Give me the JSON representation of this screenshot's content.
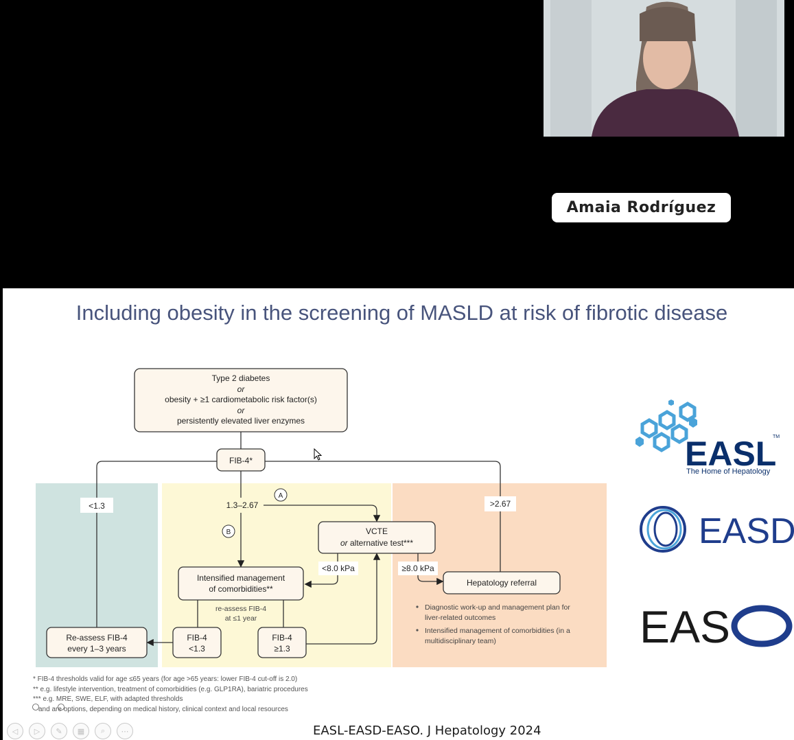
{
  "participant": {
    "name": "Amaia Rodríguez"
  },
  "slide": {
    "title": "Including obesity in the screening of MASLD at risk of fibrotic disease",
    "citation": "EASL-EASD-EASO. J Hepatology 2024"
  },
  "flowchart": {
    "top_box": [
      "Type 2 diabetes",
      "or",
      "obesity + ≥1 cardiometabolic risk factor(s)",
      "or",
      "persistently elevated liver enzymes"
    ],
    "fib4": "FIB-4*",
    "low_label": "<1.3",
    "mid_label": "1.3–2.67",
    "high_label": ">2.67",
    "option_a": "A",
    "option_b": "B",
    "vcte": [
      "VCTE",
      "or",
      " alternative test***"
    ],
    "lt8": "<8.0 kPa",
    "ge8": "≥8.0 kPa",
    "hepatology": "Hepatology referral",
    "intensified": [
      "Intensified management",
      "of comorbidities**"
    ],
    "reassess_note": [
      "re-assess FIB-4",
      "at ≤1 year"
    ],
    "fib4_low": [
      "FIB-4",
      "<1.3"
    ],
    "fib4_high": [
      "FIB-4",
      "≥1.3"
    ],
    "reassess_box": [
      "Re-assess FIB-4",
      "every 1–3 years"
    ],
    "bullets": [
      [
        "Diagnostic work-up and management plan for",
        "liver-related outcomes"
      ],
      [
        "Intensified management of comorbidities (in a",
        "multidisciplinary team)"
      ]
    ],
    "colors": {
      "teal": "#cfe3e0",
      "yellow": "#fdf8d6",
      "orange": "#fbdcc2",
      "box_fill": "#fdf6ec"
    }
  },
  "footnotes": [
    "* FIB-4 thresholds valid for age ≤65 years (for age >65 years: lower FIB-4 cut-off is 2.0)",
    "** e.g. lifestyle intervention, treatment of comorbidities (e.g. GLP1RA), bariatric procedures",
    "*** e.g. MRE, SWE, ELF, with adapted thresholds",
    "and  are options, depending on medical history, clinical context and local resources"
  ],
  "logos": {
    "easl": {
      "text": "EASL",
      "tm": "TM",
      "tagline": "The Home of Hepatology",
      "color": "#0a2f6b",
      "accent": "#4aa3d9"
    },
    "easd": {
      "text": "EASD",
      "color": "#1f3d8c"
    },
    "easo": {
      "text": "EAS",
      "color": "#1a1a1a",
      "accent": "#1f3d8c"
    }
  },
  "toolbar": [
    "prev-icon",
    "next-icon",
    "pen-icon",
    "slides-icon",
    "zoom-icon",
    "more-icon"
  ]
}
